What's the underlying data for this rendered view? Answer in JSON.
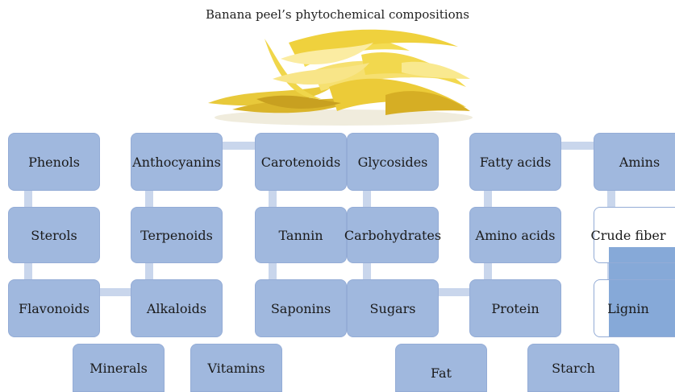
{
  "title": "Banana peel’s phytochemical compositions",
  "colors": {
    "box_fill": "#a0b8de",
    "connector": "#c9d6ec",
    "peel_yellow": "#f2d43c"
  },
  "boxes": {
    "phenols": "Phenols",
    "anthocyanins": "Anthocyanins",
    "carotenoids": "Carotenoids",
    "glycosides": "Glycosides",
    "fatty_acids": "Fatty acids",
    "amins": "Amins",
    "sterols": "Sterols",
    "terpenoids": "Terpenoids",
    "tannin": "Tannin",
    "carbohydrates": "Carbohydrates",
    "amino_acids": "Amino acids",
    "crude_fiber": "Crude fiber",
    "flavonoids": "Flavonoids",
    "alkaloids": "Alkaloids",
    "saponins": "Saponins",
    "sugars": "Sugars",
    "protein": "Protein",
    "lignin": "Lignin",
    "minerals": "Minerals",
    "vitamins": "Vitamins",
    "fat": "Fat",
    "starch": "Starch"
  }
}
